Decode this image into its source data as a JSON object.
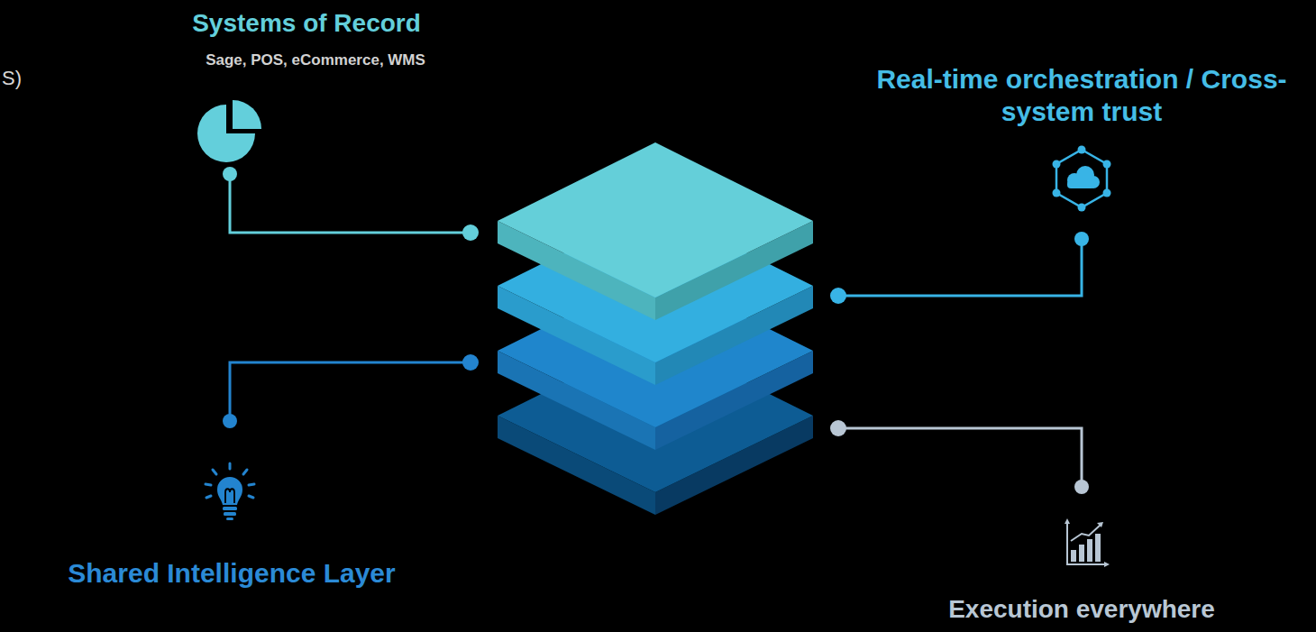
{
  "diagram": {
    "labels": [
      "S)",
      "Systems of Record",
      "Sage, POS, eCommerce, WMS",
      "Real-time orchestration / Cross-system trust",
      "Shared Intelligence Layer",
      "Execution everywhere"
    ]
  }
}
